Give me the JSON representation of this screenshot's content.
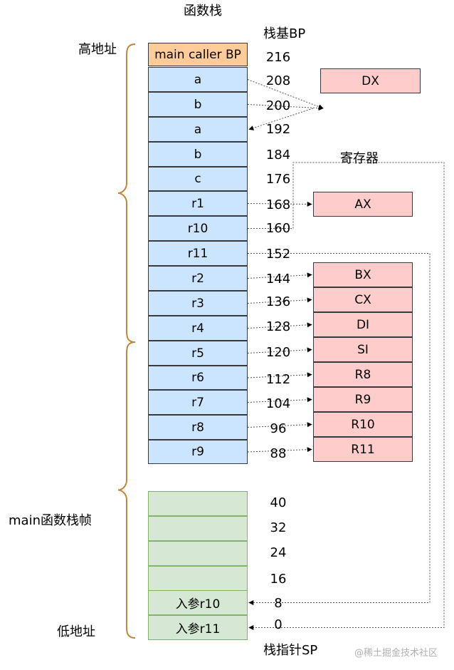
{
  "titles": {
    "func_stack": "函数栈",
    "bp_label": "栈基BP",
    "sp_label": "栈指针SP",
    "registers": "寄存器",
    "high_addr": "高地址",
    "low_addr": "低地址",
    "main_frame": "main函数栈帧"
  },
  "watermark": "@稀土掘金技术社区",
  "colors": {
    "orange": "#ffcc99",
    "blue": "#cce5ff",
    "green": "#d5e8d4",
    "pink": "#ffcccc",
    "brace": "#c0873a"
  },
  "stack": [
    {
      "label": "main caller BP",
      "addr": "216",
      "color": "orange"
    },
    {
      "label": "a",
      "addr": "208",
      "color": "blue"
    },
    {
      "label": "b",
      "addr": "200",
      "color": "blue"
    },
    {
      "label": "a",
      "addr": "192",
      "color": "blue"
    },
    {
      "label": "b",
      "addr": "184",
      "color": "blue"
    },
    {
      "label": "c",
      "addr": "176",
      "color": "blue"
    },
    {
      "label": "r1",
      "addr": "168",
      "color": "blue"
    },
    {
      "label": "r10",
      "addr": "160",
      "color": "blue"
    },
    {
      "label": "r11",
      "addr": "152",
      "color": "blue"
    },
    {
      "label": "r2",
      "addr": "144",
      "color": "blue"
    },
    {
      "label": "r3",
      "addr": "136",
      "color": "blue"
    },
    {
      "label": "r4",
      "addr": "128",
      "color": "blue"
    },
    {
      "label": "r5",
      "addr": "120",
      "color": "blue"
    },
    {
      "label": "r6",
      "addr": "112",
      "color": "blue"
    },
    {
      "label": "r7",
      "addr": "104",
      "color": "blue"
    },
    {
      "label": "r8",
      "addr": "96",
      "color": "blue"
    },
    {
      "label": "r9",
      "addr": "88",
      "color": "blue"
    }
  ],
  "main_stack": [
    {
      "label": "",
      "addr": "40"
    },
    {
      "label": "",
      "addr": "32"
    },
    {
      "label": "",
      "addr": "24"
    },
    {
      "label": "",
      "addr": "16"
    },
    {
      "label": "入参r10",
      "addr": "8"
    },
    {
      "label": "入参r11",
      "addr": "0"
    }
  ],
  "registers": [
    "DX",
    "AX",
    "BX",
    "CX",
    "DI",
    "SI",
    "R8",
    "R9",
    "R10",
    "R11"
  ]
}
